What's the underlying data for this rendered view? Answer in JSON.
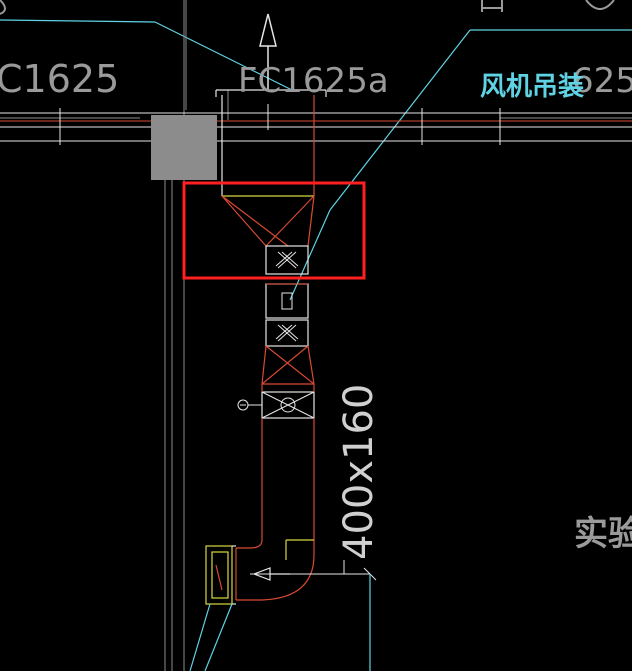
{
  "drawing": {
    "labels": {
      "fc_left": "C1625",
      "fc_center": "FC1625a",
      "fc_right": "625",
      "fan_hanging": "风机吊装",
      "duct_size": "400x160",
      "room": "实验室"
    },
    "colors": {
      "background": "#000000",
      "cyan": "#5fd3e3",
      "white": "#e6e6e6",
      "red": "#d84a32",
      "grey": "#8c8c8c",
      "yellow": "#d8d840",
      "highlight": "#ff2020",
      "text_grey": "#9a9a9a"
    }
  }
}
